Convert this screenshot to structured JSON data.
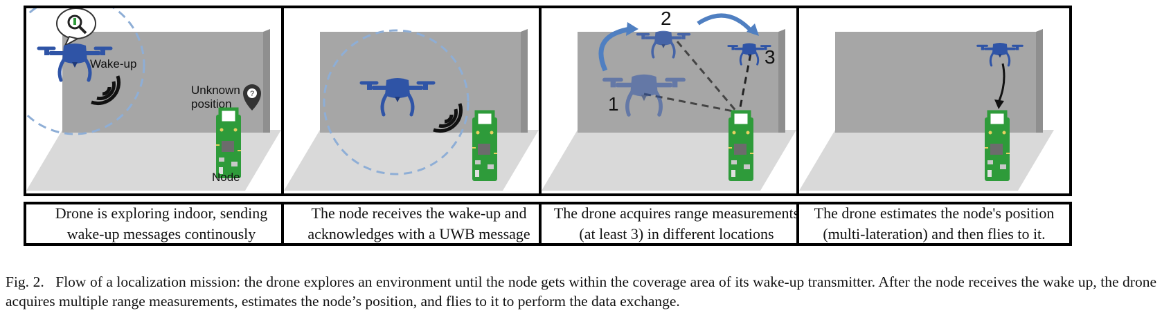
{
  "panels": [
    {
      "labels": {
        "wakeup": "Wake-up",
        "unknown_1": "Unknown",
        "unknown_2": "position",
        "node": "Node"
      },
      "caption": [
        "Drone is exploring indoor, sending",
        "wake-up messages continously"
      ]
    },
    {
      "caption": [
        "The node  receives the wake-up and",
        "acknowledges with a UWB message"
      ]
    },
    {
      "labels": {
        "m1": "1",
        "m2": "2",
        "m3": "3"
      },
      "caption": [
        "The drone acquires range measurements",
        "(at least 3) in different locations"
      ]
    },
    {
      "caption": [
        "The drone estimates the node's position",
        "(multi-lateration) and then flies to it."
      ]
    }
  ],
  "figure_caption": {
    "label": "Fig. 2.",
    "text": "Flow of a localization mission: the drone explores an environment until the node gets within the coverage area of its wake-up transmitter. After the node receives the wake up, the drone acquires multiple range measurements, estimates the node’s position, and flies to it to perform the data exchange."
  },
  "icons": [
    "speech-bubble-magnifier-icon",
    "location-pin-icon",
    "drone-icon",
    "sensor-node-board-icon",
    "wireless-signal-icon"
  ],
  "colors": {
    "drone": "#2f54a6",
    "drone_faded": "#7b93cc",
    "wall": "#a6a6a6",
    "floor": "#d9d9d9",
    "coverage_circle": "#8eaed6",
    "board": "#2e9b3a",
    "arrow": "#4f7fc1"
  }
}
